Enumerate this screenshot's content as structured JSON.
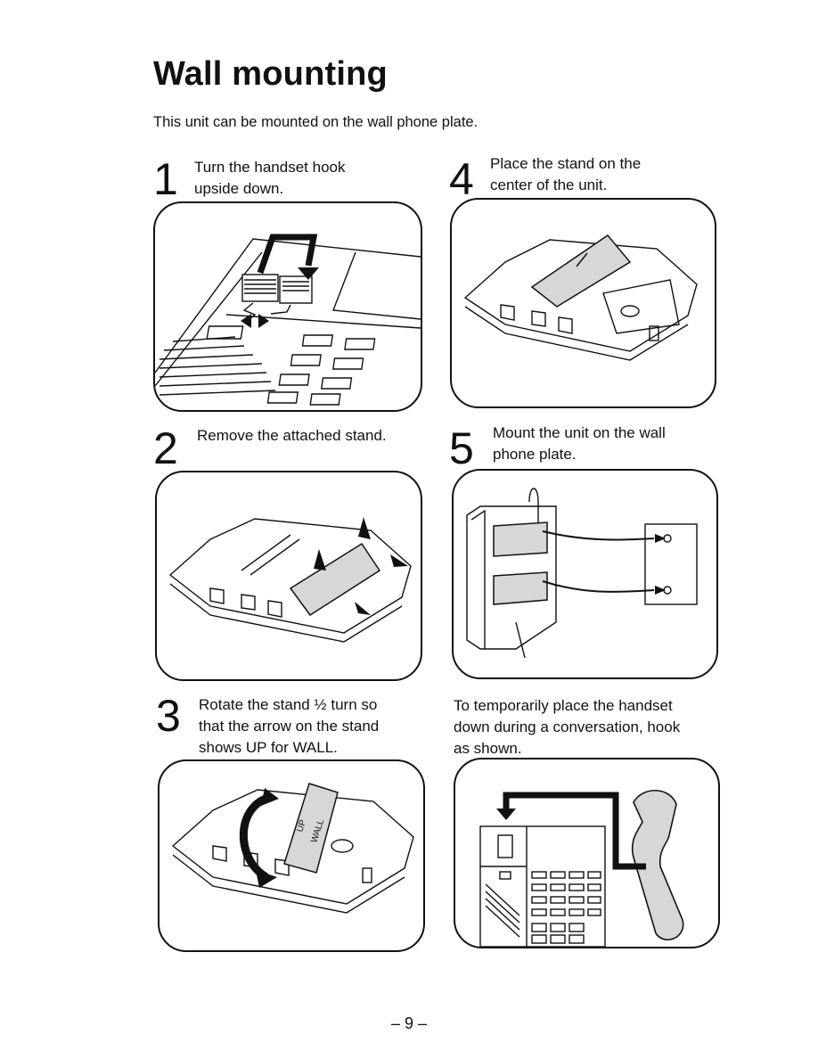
{
  "page": {
    "title": "Wall mounting",
    "intro": "This unit can be mounted on the wall phone plate.",
    "page_number": "– 9 –"
  },
  "steps": [
    {
      "number": "1",
      "lines": [
        "Turn the handset hook",
        "upside down."
      ]
    },
    {
      "number": "2",
      "lines": [
        "Remove the attached stand."
      ]
    },
    {
      "number": "3",
      "lines": [
        "Rotate the stand ½ turn so",
        "that the arrow on the stand",
        "shows UP for WALL."
      ]
    },
    {
      "number": "4",
      "lines": [
        "Place the stand on the",
        "center of the unit."
      ]
    },
    {
      "number": "5",
      "lines": [
        "Mount the unit on the wall",
        "phone plate."
      ]
    }
  ],
  "note": {
    "lines": [
      "To temporarily place the handset",
      "down during a conversation, hook",
      "as shown."
    ]
  },
  "stand_labels": {
    "up": "UP",
    "wall": "WALL"
  }
}
